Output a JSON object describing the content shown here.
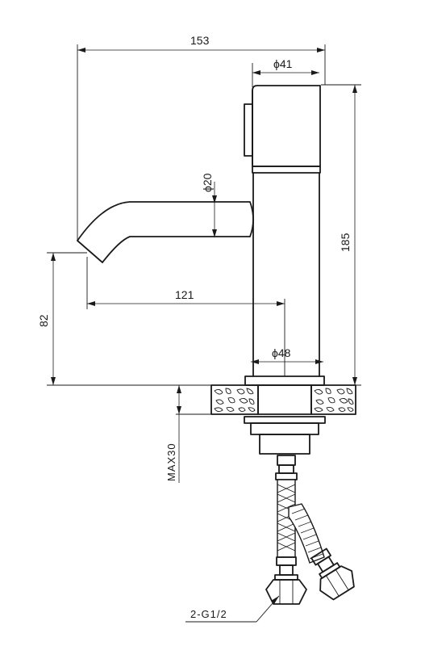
{
  "drawing": {
    "dim_overall_width": "153",
    "dim_handle_diameter": "ϕ41",
    "dim_spout_diameter": "ϕ20",
    "dim_height": "185",
    "dim_reach": "121",
    "dim_spout_height": "82",
    "dim_base_diameter": "ϕ48",
    "dim_max_thickness": "MAX30",
    "callout_connection": "2-G1/2"
  },
  "colors": {
    "line": "#1a1a1a",
    "background": "#ffffff"
  }
}
